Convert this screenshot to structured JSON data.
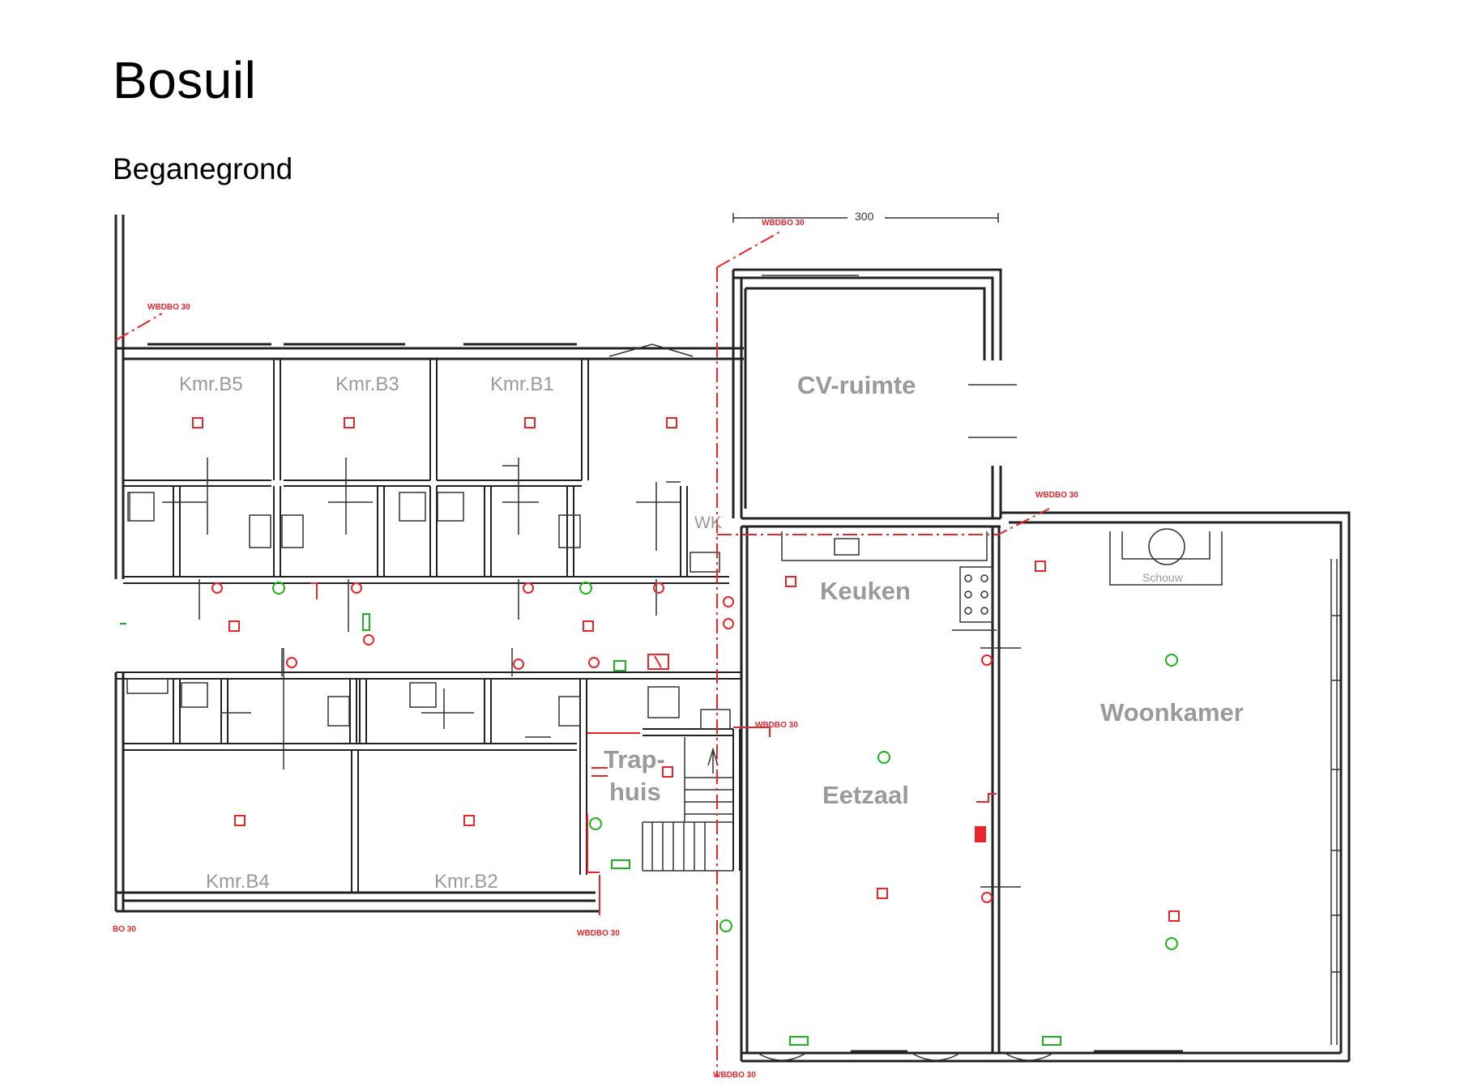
{
  "document": {
    "title": "Bosuil",
    "subtitle": "Beganegrond"
  },
  "floorplan": {
    "dimension_label": "300",
    "fire_separation_label": "WBDBO 30",
    "fire_separation_label_cut": "BO 30",
    "rooms": {
      "kmr_b5": "Kmr.B5",
      "kmr_b3": "Kmr.B3",
      "kmr_b1": "Kmr.B1",
      "kmr_b4": "Kmr.B4",
      "kmr_b2": "Kmr.B2",
      "cv_ruimte": "CV-ruimte",
      "wk": "WK",
      "keuken": "Keuken",
      "schouw": "Schouw",
      "woonkamer": "Woonkamer",
      "eetzaal": "Eetzaal",
      "trap_line1": "Trap-",
      "trap_line2": "huis"
    },
    "colors": {
      "walls": "#222222",
      "room_labels": "#9a9a9a",
      "fire_safety": "#e8262b",
      "escape_signs": "#1db31d"
    }
  }
}
